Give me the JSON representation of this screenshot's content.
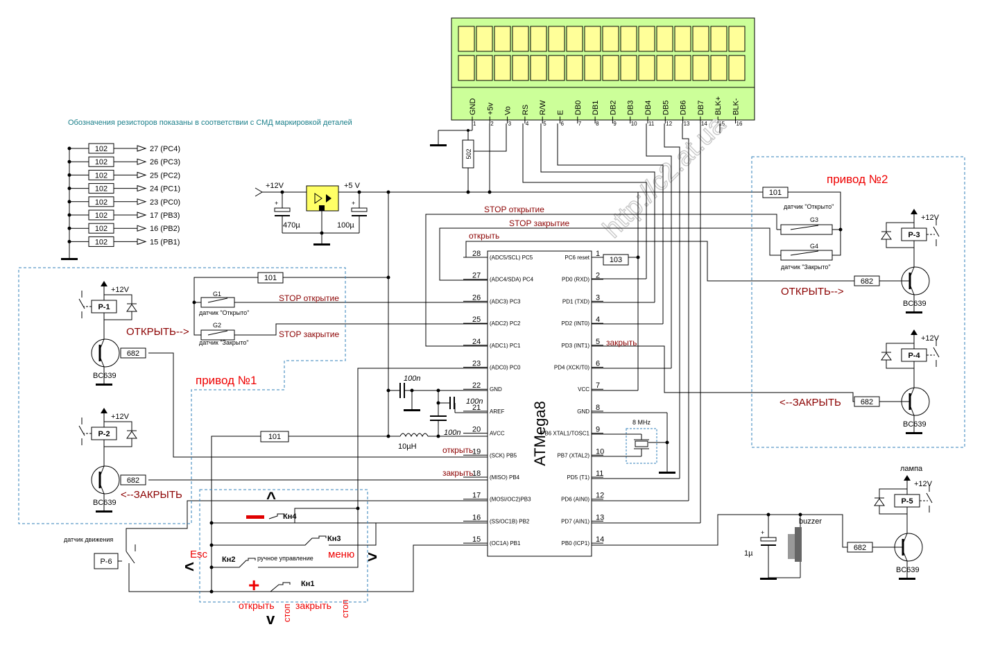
{
  "note": "Обозначения резисторов показаны в соответствии с СМД маркировкой деталей",
  "watermark": "http://c2.at.ua",
  "colors": {
    "lcd_fill": "#ccff99",
    "lcd_cell": "#ffff99",
    "box_dash": "#2f7fb8",
    "label_red": "#8b0000",
    "bright_red": "#ee0000",
    "note_teal": "#1a7f8a",
    "regulator": "#ffff66"
  },
  "lcd": {
    "pins": [
      {
        "name": "GND",
        "num": "1"
      },
      {
        "name": "+5v",
        "num": "2"
      },
      {
        "name": "Vo",
        "num": "3"
      },
      {
        "name": "RS",
        "num": "4"
      },
      {
        "name": "R/W",
        "num": "5"
      },
      {
        "name": "E",
        "num": "6"
      },
      {
        "name": "DB0",
        "num": "7"
      },
      {
        "name": "DB1",
        "num": "8"
      },
      {
        "name": "DB2",
        "num": "9"
      },
      {
        "name": "DB3",
        "num": "10"
      },
      {
        "name": "DB4",
        "num": "11"
      },
      {
        "name": "DB5",
        "num": "12"
      },
      {
        "name": "DB6",
        "num": "13"
      },
      {
        "name": "DB7",
        "num": "14"
      },
      {
        "name": "BLK+",
        "num": "15"
      },
      {
        "name": "BLK-",
        "num": "16"
      }
    ]
  },
  "resistor_bank": [
    {
      "value": "102",
      "label": "27 (PC4)"
    },
    {
      "value": "102",
      "label": "26 (PC3)"
    },
    {
      "value": "102",
      "label": "25 (PC2)"
    },
    {
      "value": "102",
      "label": "24 (PC1)"
    },
    {
      "value": "102",
      "label": "23 (PC0)"
    },
    {
      "value": "102",
      "label": "17 (PB3)"
    },
    {
      "value": "102",
      "label": "16 (PB2)"
    },
    {
      "value": "102",
      "label": "15 (PB1)"
    }
  ],
  "power": {
    "v12": "+12V",
    "v5": "+5 V",
    "c1": "470µ",
    "c2": "100µ",
    "pot": "502"
  },
  "mcu": {
    "name": "ATMega8",
    "left_pins": [
      {
        "num": "28",
        "name": "(ADC5/SCL) PC5"
      },
      {
        "num": "27",
        "name": "(ADC4/SDA) PC4"
      },
      {
        "num": "26",
        "name": "(ADC3) PC3"
      },
      {
        "num": "25",
        "name": "(ADC2) PC2"
      },
      {
        "num": "24",
        "name": "(ADC1) PC1"
      },
      {
        "num": "23",
        "name": "(ADC0) PC0"
      },
      {
        "num": "22",
        "name": "GND"
      },
      {
        "num": "21",
        "name": "AREF"
      },
      {
        "num": "20",
        "name": "AVCC"
      },
      {
        "num": "19",
        "name": "(SCK) PB5"
      },
      {
        "num": "18",
        "name": "(MISO) PB4"
      },
      {
        "num": "17",
        "name": "(MOSI/OC2)PB3"
      },
      {
        "num": "16",
        "name": "(SS/OC1B) PB2"
      },
      {
        "num": "15",
        "name": "(OC1A) PB1"
      }
    ],
    "right_pins": [
      {
        "num": "1",
        "name": "PC6 reset"
      },
      {
        "num": "2",
        "name": "PD0 (RXD)"
      },
      {
        "num": "3",
        "name": "PD1 (TXD)"
      },
      {
        "num": "4",
        "name": "PD2 (INT0)"
      },
      {
        "num": "5",
        "name": "PD3 (INT1)"
      },
      {
        "num": "6",
        "name": "PD4 (XCK/T0)"
      },
      {
        "num": "7",
        "name": "VCC"
      },
      {
        "num": "8",
        "name": "GND"
      },
      {
        "num": "9",
        "name": "PB6 XTAL1/TOSC1"
      },
      {
        "num": "10",
        "name": "PB7 (XTAL2)"
      },
      {
        "num": "11",
        "name": "PD5  (T1)"
      },
      {
        "num": "12",
        "name": "PD6 (AIN0)"
      },
      {
        "num": "13",
        "name": "PD7 (AIN1)"
      },
      {
        "num": "14",
        "name": "PB0 (ICP1)"
      }
    ]
  },
  "labels": {
    "stop_open": "STOP открытие",
    "stop_close": "STOP закрытие",
    "open": "открыть",
    "close": "закрыть",
    "sensor_open": "датчик \"Открыто\"",
    "sensor_closed": "датчик \"Закрыто\"",
    "sensor_motion": "датчик движения",
    "drive1": "привод №1",
    "drive2": "привод №2",
    "open_arrow": "ОТКРЫТЬ-->",
    "close_arrow": "<--ЗАКРЫТЬ",
    "transistor": "BC639",
    "plus12": "+12V",
    "r101": "101",
    "r103": "103",
    "r682": "682",
    "c100n": "100n",
    "l10": "10µH",
    "quartz": "8 MHz",
    "c1u": "1µ",
    "buzzer": "buzzer",
    "lamp": "лампа",
    "p1": "P-1",
    "p2": "P-2",
    "p3": "P-3",
    "p4": "P-4",
    "p5": "P-5",
    "p6": "P-6",
    "g1": "G1",
    "g2": "G2",
    "g3": "G3",
    "g4": "G4"
  },
  "keys": {
    "kn1": "Кн1",
    "kn2": "Кн2",
    "kn3": "Кн3",
    "kn4": "Кн4",
    "esc": "Esc",
    "menu": "меню",
    "manual": "ручное управление",
    "up": "^",
    "down": "v",
    "left": "<",
    "right": ">",
    "minus": "—",
    "plus": "+",
    "open": "открыть",
    "stop": "стоп",
    "close": "закрыть"
  }
}
